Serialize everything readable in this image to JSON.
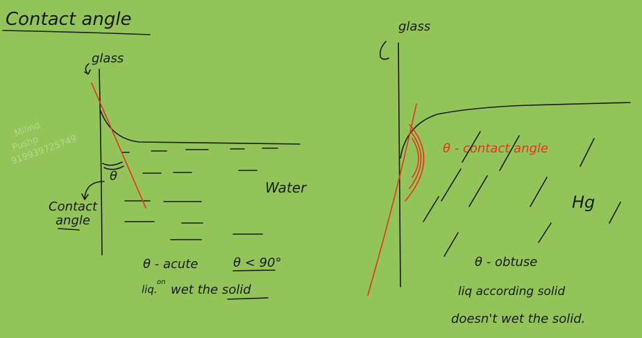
{
  "title": "Contact angle",
  "watermark": [
    "Milind",
    "Pushp",
    "919939725749"
  ],
  "left_panel": {
    "glass_label": "glass",
    "theta_label": "θ",
    "contact_label_1": "Contact",
    "contact_label_2": "angle",
    "liquid_label": "Water",
    "condition_text": "θ - acute",
    "inequality_text": "θ < 90°",
    "wetting_prefix": "liq.",
    "wetting_superscript": "on",
    "wetting_text": "wet the solid"
  },
  "right_panel": {
    "glass_label": "glass",
    "angle_label": "θ - contact angle",
    "liquid_label": "Hg",
    "condition_text": "θ - obtuse",
    "wetting_line_1": "liq according solid",
    "wetting_line_2": "doesn't wet the solid."
  },
  "colors": {
    "background": "#92c45a",
    "ink": "#1a1a1a",
    "annotation_red": "#e8321e",
    "watermark": "#c7e3a5"
  }
}
